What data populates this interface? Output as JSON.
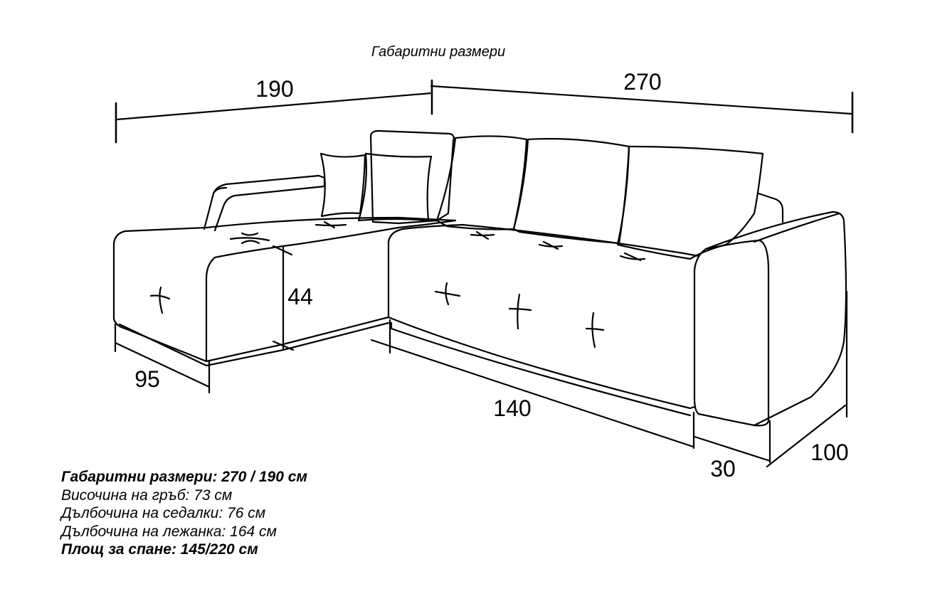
{
  "diagram": {
    "subtitle": "Габаритни размери",
    "dimensions": {
      "left_length": "190",
      "right_length": "270",
      "seat_height": "44",
      "chaise_width": "95",
      "seat_length": "140",
      "armrest_width": "30",
      "depth": "100"
    }
  },
  "specs": {
    "overall": "Габаритни размери: 270 / 190 см",
    "back_height": "Височина на гръб: 73 см",
    "seat_depth": "Дълбочина на седалки: 76 см",
    "chaise_depth": "Дълбочина на лежанка: 164 см",
    "sleeping_area": "Площ за спане: 145/220 см"
  }
}
